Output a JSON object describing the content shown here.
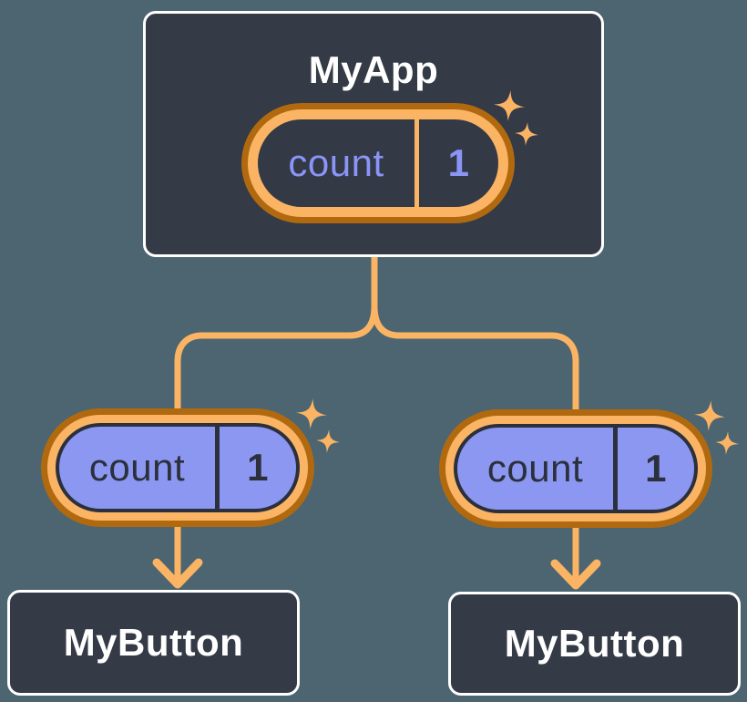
{
  "canvas": {
    "background": "#4C6570",
    "kind": "react-component-tree-diagram"
  },
  "colors": {
    "box_fill": "#343A46",
    "box_border": "#FFFFFF",
    "box_text": "#FFFFFF",
    "ring_dark_orange": "#B1690F",
    "ring_light_orange": "#FAB464",
    "connector_orange": "#FAB464",
    "pill_dark_interior": "#333945",
    "pill_purple_interior": "#8B97F0",
    "navy": "#2B303C",
    "purple_text": "#8B94F7"
  },
  "icons": {
    "sparkle": "four-point-star",
    "arrowhead": "arrow-down-chevron"
  },
  "tree": {
    "root": {
      "title": "MyApp",
      "state": {
        "name": "count",
        "value": "1"
      }
    },
    "children": [
      {
        "title": "MyButton",
        "state": {
          "name": "count",
          "value": "1"
        }
      },
      {
        "title": "MyButton",
        "state": {
          "name": "count",
          "value": "1"
        }
      }
    ]
  }
}
